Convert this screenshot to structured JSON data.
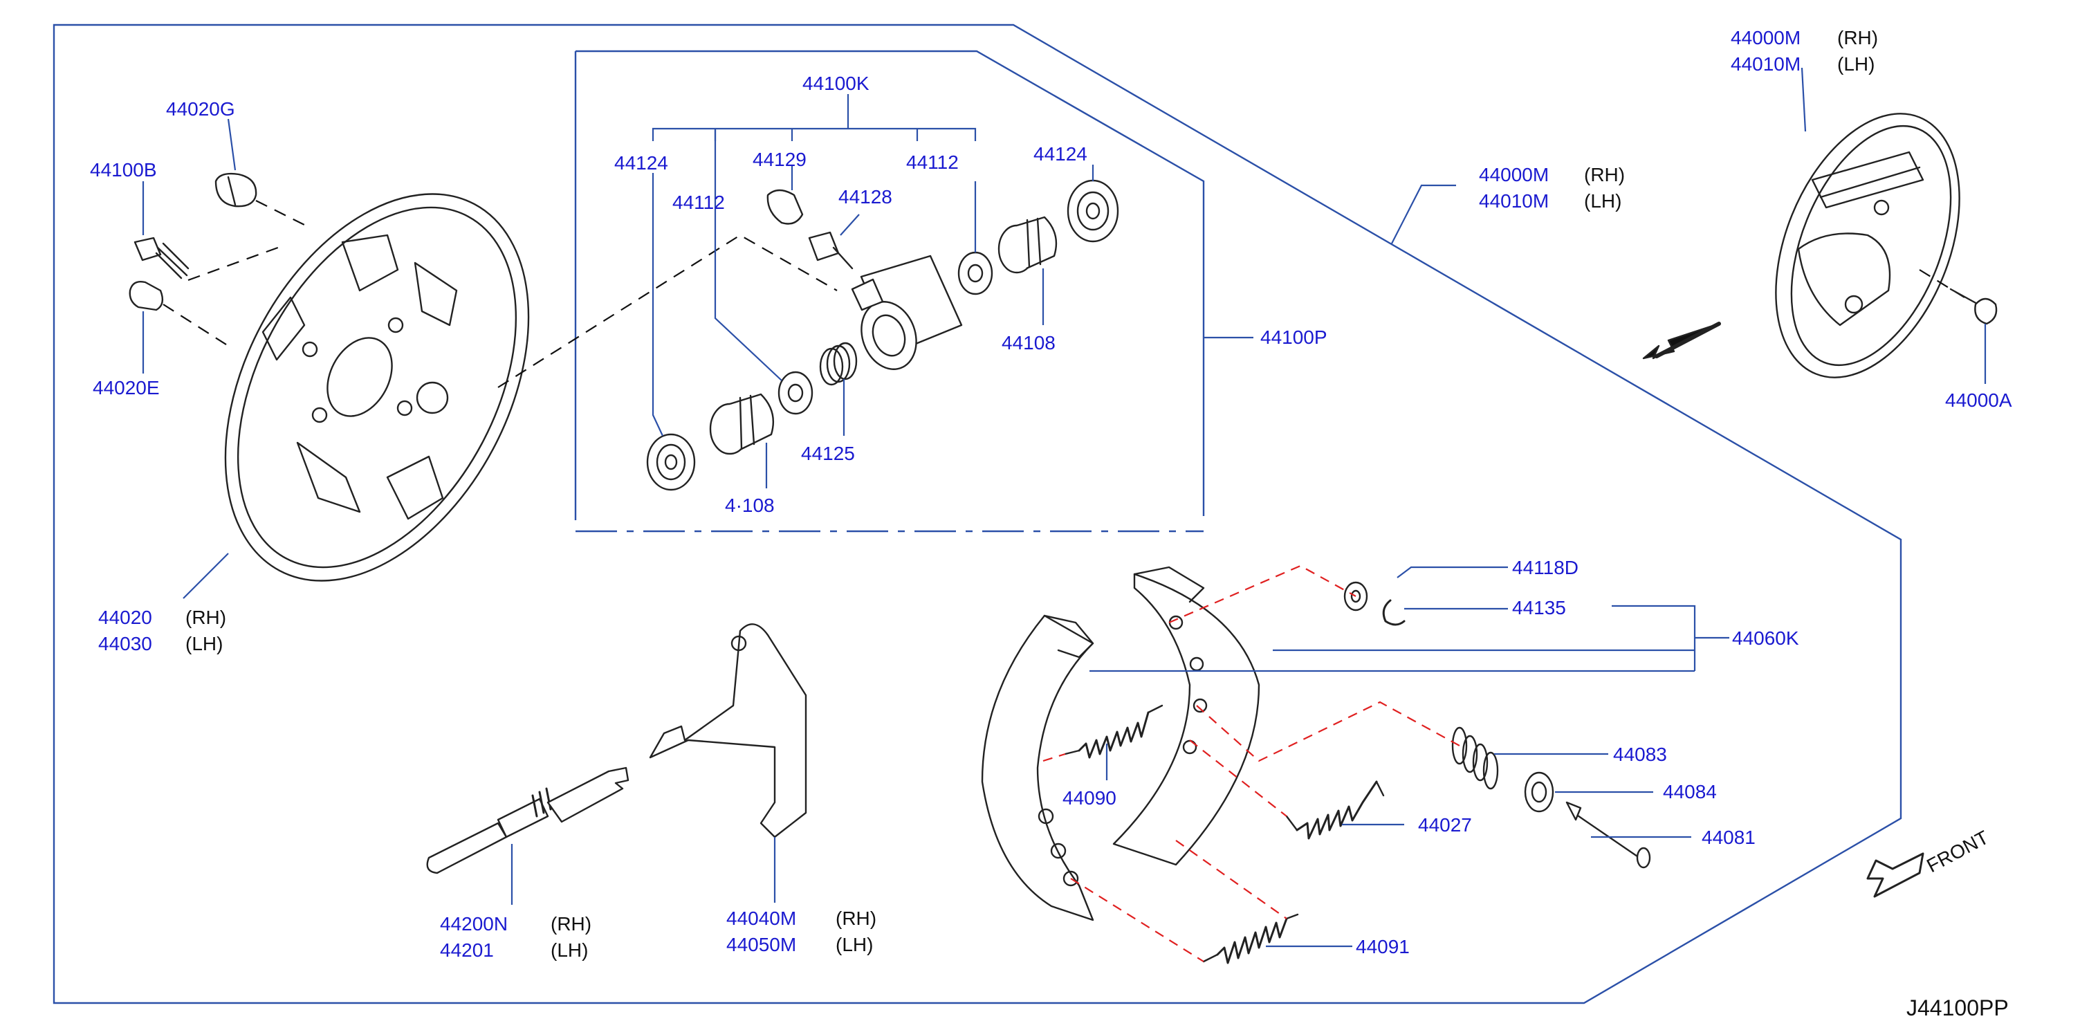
{
  "diagram_code": "J44100PP",
  "front_label": "FRONT",
  "side_rh": "(RH)",
  "side_lh": "(LH)",
  "parts": {
    "p44020G": "44020G",
    "p44100B": "44100B",
    "p44020E": "44020E",
    "p44020": "44020",
    "p44030": "44030",
    "p44100K": "44100K",
    "p44124_left": "44124",
    "p44112_left": "44112",
    "p44129": "44129",
    "p44128": "44128",
    "p44112_right": "44112",
    "p44124_right": "44124",
    "p44108_right": "44108",
    "p44125": "44125",
    "p44108_left": "4·108",
    "p44100P": "44100P",
    "p44000M_top": "44000M",
    "p44010M_top": "44010M",
    "p44000M_mid": "44000M",
    "p44010M_mid": "44010M",
    "p44000A": "44000A",
    "p44118D": "44118D",
    "p44135": "44135",
    "p44060K": "44060K",
    "p44083": "44083",
    "p44084": "44084",
    "p44081": "44081",
    "p44090": "44090",
    "p44027": "44027",
    "p44091": "44091",
    "p44200N": "44200N",
    "p44201": "44201",
    "p44040M": "44040M",
    "p44050M": "44050M"
  },
  "colors": {
    "part_number": "#1a1ad0",
    "frame": "#2b50a8",
    "dash_red": "#e02020"
  }
}
